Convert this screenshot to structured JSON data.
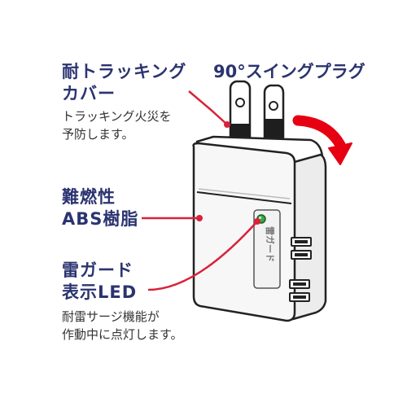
{
  "callouts": {
    "tracking_cover": {
      "title_line1": "耐トラッキング",
      "title_line2": "カバー",
      "desc_line1": "トラッキング火災を",
      "desc_line2": "予防します。"
    },
    "swing_plug": {
      "title": "90°スイングプラグ"
    },
    "material": {
      "title_line1": "難燃性",
      "title_line2": "ABS樹脂"
    },
    "led": {
      "title_line1": "雷ガード",
      "title_line2": "表示LED",
      "desc_line1": "耐雷サージ機能が",
      "desc_line2": "作動中に点灯します。"
    }
  },
  "product": {
    "side_label": "雷ガード"
  },
  "colors": {
    "title_text": "#2b3470",
    "pointer_line": "#d9223a",
    "arrow": "#e60012",
    "led": "#3aa844"
  },
  "icons": [
    "curved-arrow-icon",
    "led-indicator-icon"
  ]
}
